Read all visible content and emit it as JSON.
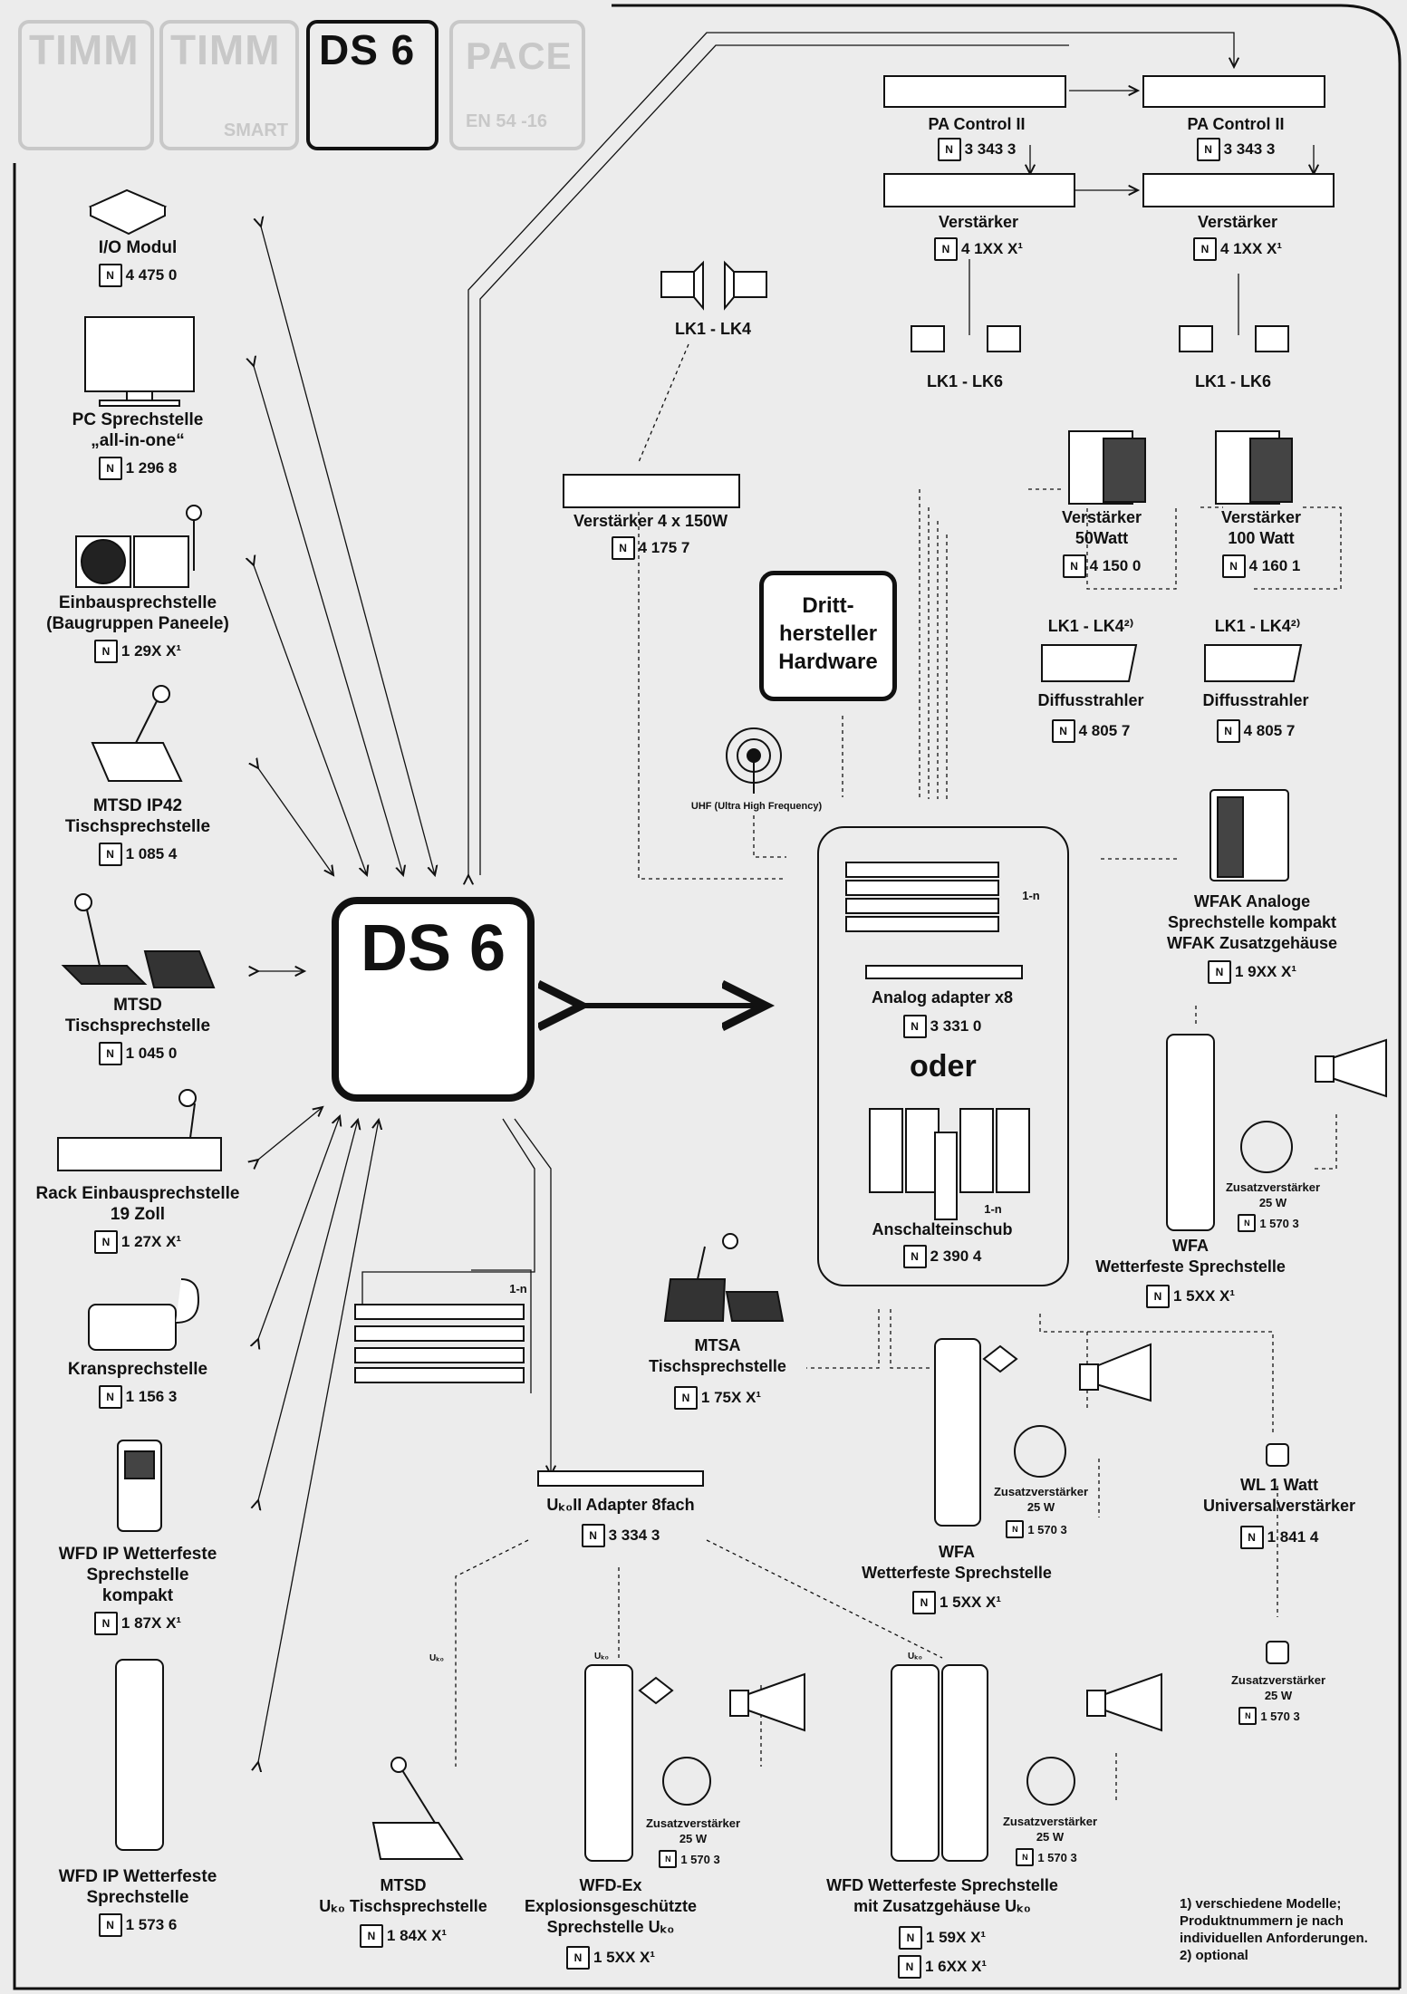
{
  "logos": [
    {
      "title": "TIMM",
      "sub": ""
    },
    {
      "title": "TIMM",
      "sub": "SMART"
    },
    {
      "title": "DS 6",
      "sub": ""
    },
    {
      "title": "PACE",
      "sub": "EN 54 -16"
    }
  ],
  "hub": {
    "title": "DS 6"
  },
  "badge": "N",
  "left_devices": [
    {
      "name": "I/O Modul",
      "art": "4 475 0"
    },
    {
      "name": "PC Sprechstelle\n„all-in-one“",
      "art": "1 296 8"
    },
    {
      "name": "Einbausprechstelle\n(Baugruppen Paneele)",
      "art": "1 29X X¹"
    },
    {
      "name": "MTSD IP42\nTischsprechstelle",
      "art": "1 085 4"
    },
    {
      "name": "MTSD\nTischsprechstelle",
      "art": "1 045 0"
    },
    {
      "name": "Rack Einbausprechstelle\n19 Zoll",
      "art": "1 27X X¹"
    },
    {
      "name": "Kransprechstelle",
      "art": "1 156 3"
    },
    {
      "name": "WFD IP Wetterfeste\nSprechstelle\nkompakt",
      "art": "1 87X X¹"
    },
    {
      "name": "WFD IP Wetterfeste\nSprechstelle",
      "art": "1 573 6"
    }
  ],
  "top_right": {
    "pa1": {
      "name": "PA Control II",
      "art": "3 343 3"
    },
    "pa2": {
      "name": "PA Control II",
      "art": "3 343 3"
    },
    "amp1": {
      "name": "Verstärker",
      "art": "4 1XX X¹"
    },
    "amp2": {
      "name": "Verstärker",
      "art": "4 1XX X¹"
    },
    "lk_a": "LK1 - LK6",
    "lk_b": "LK1 - LK6",
    "lk_c": "LK1 - LK4"
  },
  "amp4x": {
    "name": "Verstärker 4 x 150W",
    "art": "4 175 7"
  },
  "amp50": {
    "name": "Verstärker\n50Watt",
    "art": "4 150 0"
  },
  "amp100": {
    "name": "Verstärker\n100 Watt",
    "art": "4 160 1"
  },
  "lk4_1": "LK1 - LK4²⁾",
  "lk4_2": "LK1 - LK4²⁾",
  "diff1": {
    "name": "Diffusstrahler",
    "art": "4 805 7"
  },
  "diff2": {
    "name": "Diffusstrahler",
    "art": "4 805 7"
  },
  "third_party": "Dritt-\nhersteller\nHardware",
  "uhf": "UHF (Ultra High Frequency)",
  "group": {
    "rack_count": "1-n",
    "analog": {
      "name": "Analog adapter x8",
      "art": "3 331 0"
    },
    "oder": "oder",
    "insert_count": "1-n",
    "insert": {
      "name": "Anschalteinschub",
      "art": "2 390 4"
    }
  },
  "wfak": {
    "name": "WFAK Analoge\nSprechstelle kompakt\nWFAK Zusatzgehäuse",
    "art": "1 9XX X¹"
  },
  "wfa_right": {
    "name": "WFA\nWetterfeste Sprechstelle",
    "art": "1 5XX X¹",
    "extra": "Zusatzverstärker\n25 W",
    "extra_art": "1 570 3"
  },
  "mtsa": {
    "name": "MTSA\nTischsprechstelle",
    "art": "1 75X X¹"
  },
  "wfa_mid": {
    "name": "WFA\nWetterfeste Sprechstelle",
    "art": "1 5XX X¹",
    "extra": "Zusatzverstärker\n25 W",
    "extra_art": "1 570 3"
  },
  "wl": {
    "name": "WL 1 Watt\nUniversalverstärker",
    "art": "1 841 4"
  },
  "wl_extra": {
    "name": "Zusatzverstärker\n25 W",
    "art": "1 570 3"
  },
  "uk0_rack_count": "1-n",
  "uk0_adapter": {
    "name": "Uₖ₀II Adapter 8fach",
    "art": "3 334 3"
  },
  "uk0_tag": "Uₖ₀",
  "bottom": {
    "mtsd_uk0": {
      "name": "MTSD\nUₖ₀ Tischsprechstelle",
      "art": "1 84X X¹"
    },
    "wfd_ex": {
      "name": "WFD-Ex\nExplosionsgeschützte\nSprechstelle Uₖ₀",
      "art": "1 5XX X¹",
      "extra": "Zusatzverstärker\n25 W",
      "extra_art": "1 570 3"
    },
    "wfd": {
      "name": "WFD Wetterfeste Sprechstelle\nmit Zusatzgehäuse Uₖ₀",
      "art1": "1 59X X¹",
      "art2": "1 6XX X¹",
      "extra": "Zusatzverstärker\n25 W",
      "extra_art": "1 570 3"
    }
  },
  "footnotes": "1) verschiedene Modelle;\nProduktnummern je nach\nindividuellen Anforderungen.\n2) optional"
}
